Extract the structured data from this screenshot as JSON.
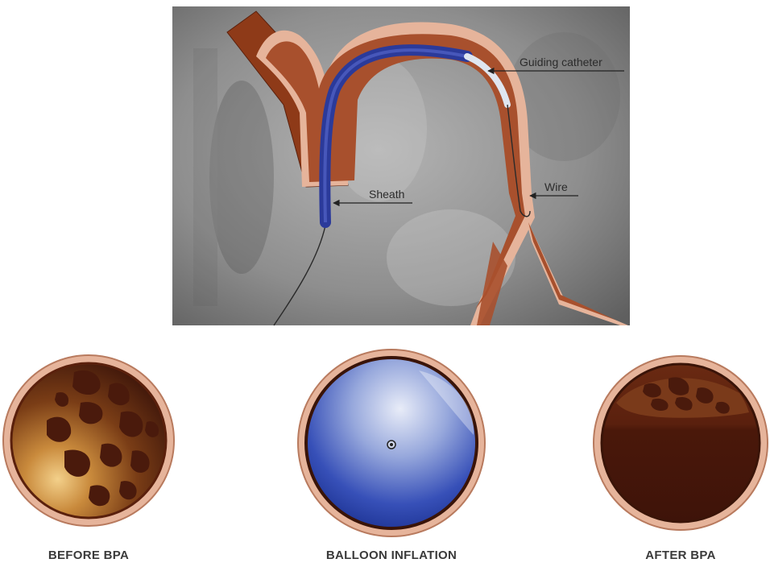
{
  "procedure": {
    "labels": {
      "guiding_catheter": "Guiding catheter",
      "sheath": "Sheath",
      "wire": "Wire"
    }
  },
  "panels": [
    {
      "caption": "BEFORE BPA"
    },
    {
      "caption": "BALLOON INFLATION"
    },
    {
      "caption": "AFTER BPA"
    }
  ],
  "colors": {
    "vessel_wall": "#e6b49b",
    "vessel_fill": "#a8502d",
    "vessel_dark": "#7a3216",
    "sheath_blue": "#2b3a9a",
    "balloon_blue": "#1f3aa0",
    "fluoro_bg": "#9a9a9a",
    "lumen_dark": "#4a1a0c"
  }
}
